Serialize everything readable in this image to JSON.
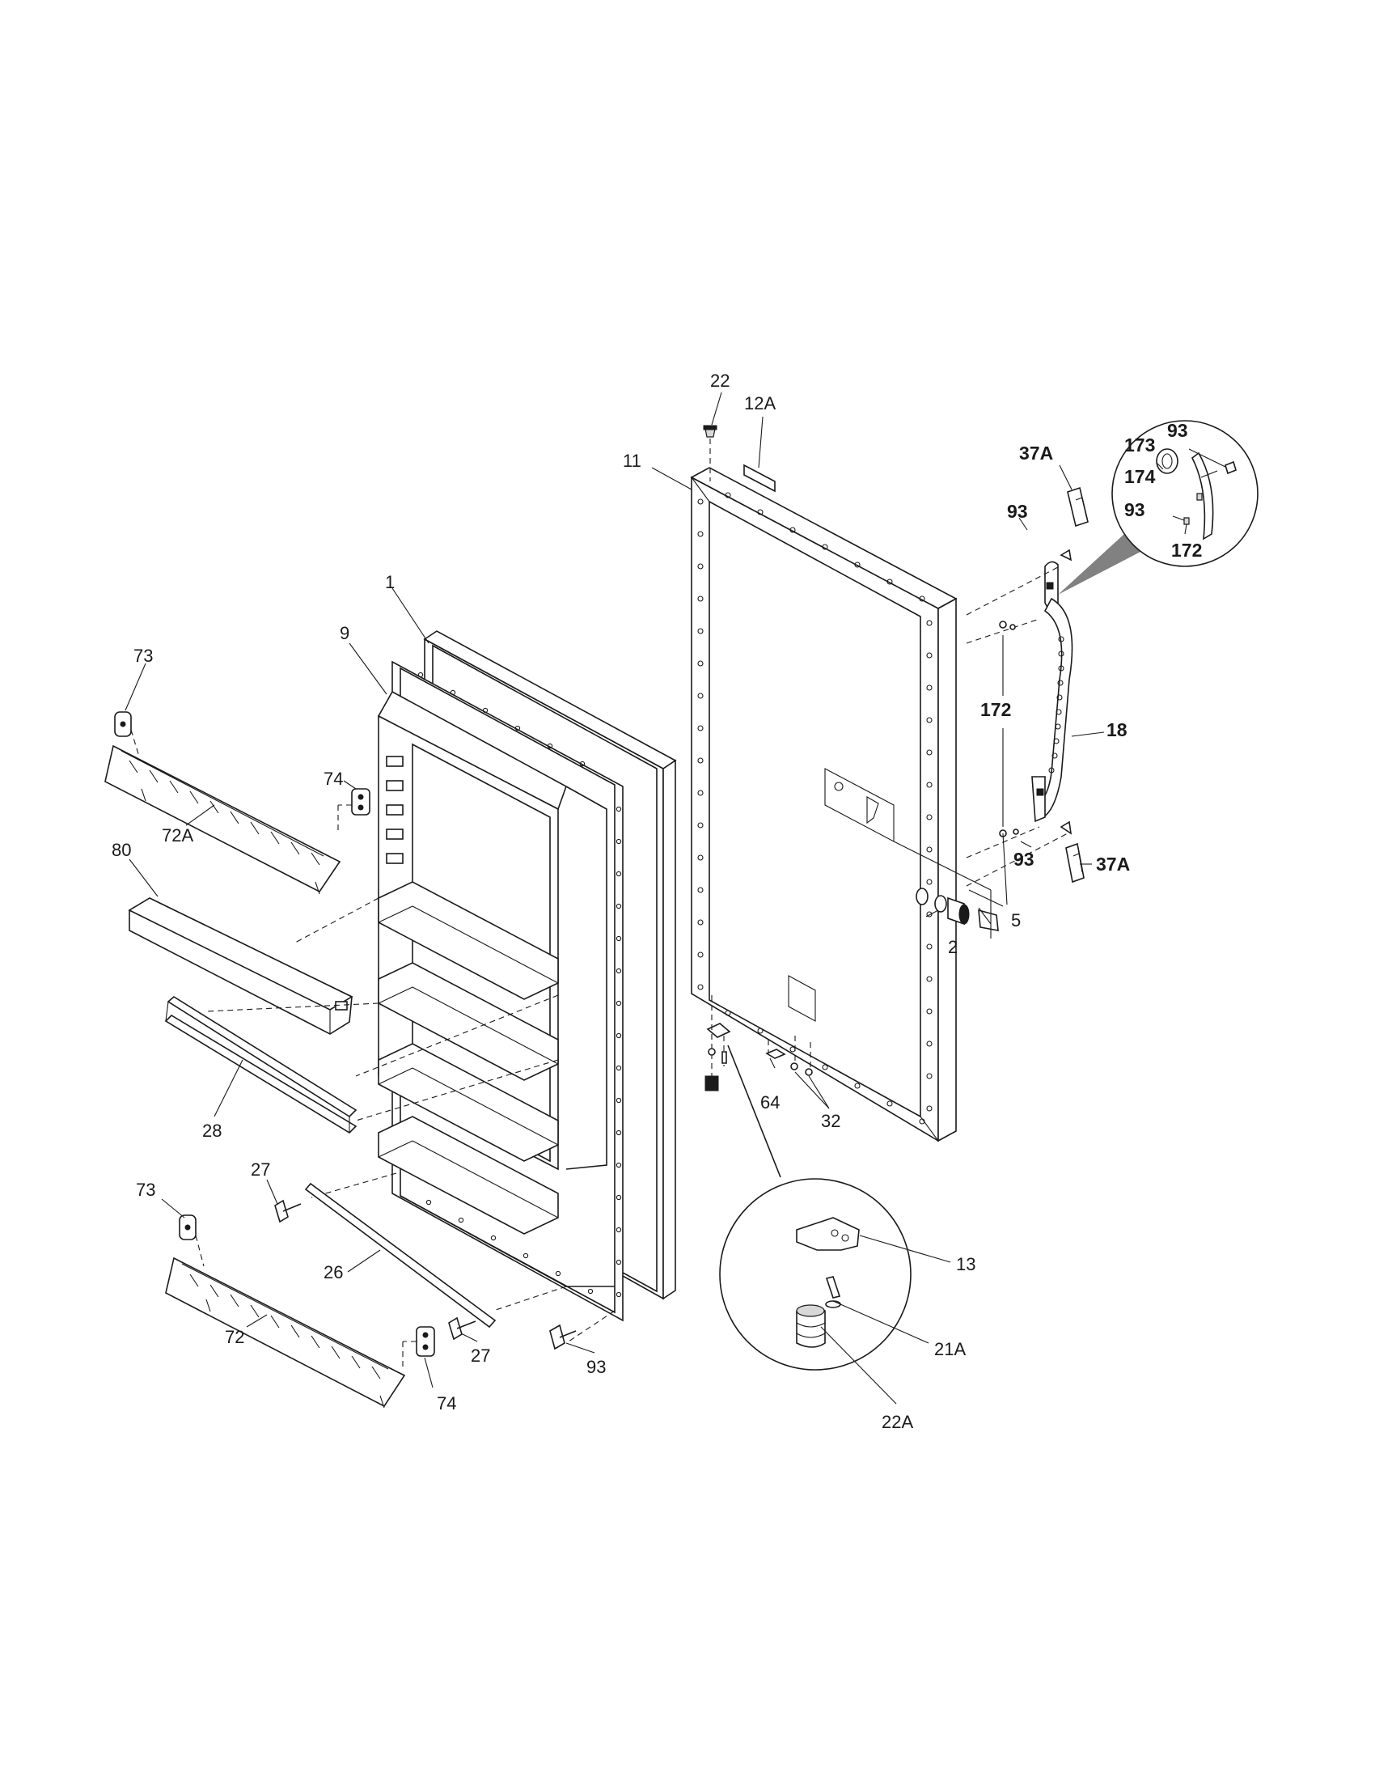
{
  "labels": {
    "l1": "1",
    "l2": "2",
    "l5": "5",
    "l9": "9",
    "l11": "11",
    "l12a": "12A",
    "l13": "13",
    "l18": "18",
    "l21a": "21A",
    "l22": "22",
    "l22a": "22A",
    "l26": "26",
    "l27a": "27",
    "l27b": "27",
    "l28": "28",
    "l32": "32",
    "l37a_top": "37A",
    "l37a_bot": "37A",
    "l64": "64",
    "l72": "72",
    "l72a": "72A",
    "l73a": "73",
    "l73b": "73",
    "l74a": "74",
    "l74b": "74",
    "l80": "80",
    "l93_a": "93",
    "l93_b": "93",
    "l93_c": "93",
    "l93_d": "93",
    "l93_e": "93",
    "l172_a": "172",
    "l172_b": "172",
    "l173": "173",
    "l174": "174"
  }
}
